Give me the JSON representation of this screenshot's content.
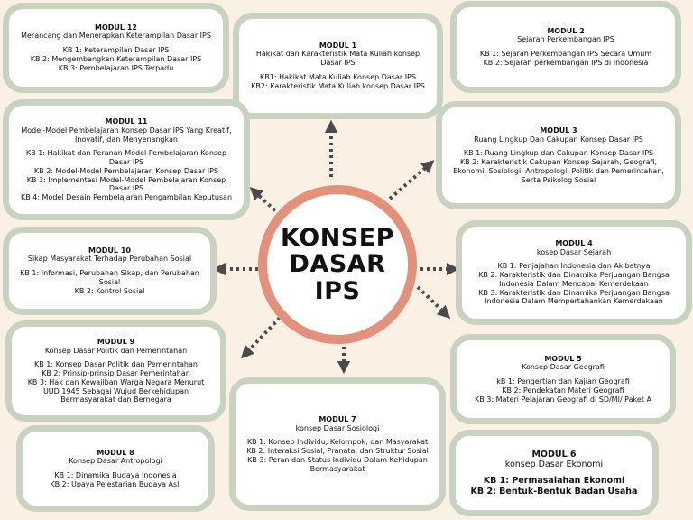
{
  "center": {
    "line1": "KONSEP",
    "line2": "DASAR IPS"
  },
  "modules": {
    "m1": {
      "title": "MODUL 1",
      "subtitle": "Hakikat dan Karakteristik Mata Kuliah konsep Dasar IPS",
      "items": [
        "KB1: Hakikat  Mata Kuliah Konsep Dasar IPS",
        "KB2: Karakteristik Mata Kuliah konsep Dasar IPS"
      ]
    },
    "m2": {
      "title": "MODUL 2",
      "subtitle": "Sejarah Perkembangan IPS",
      "items": [
        "KB 1: Sejarah Perkembangan IPS Secara Umum",
        "KB 2: Sejarah perkembangan IPS di Indonesia"
      ]
    },
    "m3": {
      "title": "MODUL 3",
      "subtitle": "Ruang Lingkup Dan Cakupan Konsep Dasar IPS",
      "items": [
        "KB 1: Ruang Lingkup dan Cakupan Konsep Dasar IPS",
        "KB 2: Karakteristik Cakupan Konsep Sejarah, Geografi, Ekonomi, Sosiologi, Antropologi, Politik dan Pemerintahan, Serta Psikolog Sosial"
      ]
    },
    "m4": {
      "title": "MODUL 4",
      "subtitle": "kosep Dasar Sejarah",
      "items": [
        "KB 1: Penjajahan Indonesia dan Akibatnya",
        "KB 2: Karakteristik dan Dinamika Perjuangan Bangsa Indonesia Dalam Mencapai Kemerdekaan",
        "KB 3: Karakteristik dan Dinamika Perjuangan Bangsa Indonesia Dalam Mempertahankan Kemerdekaan"
      ]
    },
    "m5": {
      "title": "MODUL 5",
      "subtitle": "Konsep Dasar Geografi",
      "items": [
        "kB 1: Pengertian dan Kajian Geografi",
        "KB 2: Pendekatan Materi Geografi",
        "KB 3: Materi Pelajaran Geografi di SD/MI/ Paket A"
      ]
    },
    "m6": {
      "title": "MODUL  6",
      "subtitle": "konsep Dasar Ekonomi",
      "items": [
        "KB 1: Permasalahan Ekonomi",
        "KB 2: Bentuk-Bentuk Badan Usaha"
      ]
    },
    "m7": {
      "title": "MODUL 7",
      "subtitle": "konsep Dasar Sosiologi",
      "items": [
        "KB 1: Konsep Individu, Kelompok, dan Masyarakat",
        "KB 2: Interaksi Sosial, Pranata, dan Struktur Sosial",
        "KB 3: Peran dan Status Individu Dalam Kehidupan Bermasyarakat"
      ]
    },
    "m8": {
      "title": "MODUL 8",
      "subtitle": "Konsep Dasar Antropologi",
      "items": [
        "KB 1: Dinamika Budaya Indonesia",
        "KB 2: Upaya Pelestarian Budaya Asli"
      ]
    },
    "m9": {
      "title": "MODUL 9",
      "subtitle": "Konsep Dasar Politik dan Pemerintahan",
      "items": [
        "KB 1: Konsep Dasar Politik dan Pemerintahan",
        "KB 2: Prinsip-prinsip Dasar Pemerintahan",
        "KB 3: Hak dan Kewajiban Warga Negara Menurut UUD 1945 Sebagai Wujud Berkehidupan Bermasyarakat dan Bernegara"
      ]
    },
    "m10": {
      "title": "MODUL 10",
      "subtitle": "Sikap Masyarakat Terhadap Perubahan Sosial",
      "items": [
        "KB 1: Informasi, Perubahan Sikap, dan Perubahan Sosial",
        "KB 2: Kontrol Sosial"
      ]
    },
    "m11": {
      "title": "MODUL 11",
      "subtitle": "Model-Model Pembelajaran Konsep Dasar IPS Yang Kreatif, Inovatif, dan Menyenangkan",
      "items": [
        "KB 1: Hakikat dan Peranan Model Pembelajaran Konsep Dasar IPS",
        "KB 2: Model-Model Pembelajaran Konsep Dasar IPS",
        "KB 3: Implementasi Model-Model Pembelajaran Konsep Dasar IPS",
        "KB 4: Model Desain Pembelajaran Pengambilan Keputusan"
      ]
    },
    "m12": {
      "title": "MODUL 12",
      "subtitle": "Merancang dan Menerapkan Keterampilan Dasar IPS",
      "items": [
        "KB 1: Keterampilan Dasar IPS",
        "KB 2: Mengembangkan Keterampilan Dasar IPS",
        "KB 3: Pembelajaran IPS Terpadu"
      ]
    }
  },
  "colors": {
    "background": "#fbf0e4",
    "box_border": "#c9d2c0",
    "ring": "#e4917b",
    "arrow": "#4a4a4a"
  }
}
